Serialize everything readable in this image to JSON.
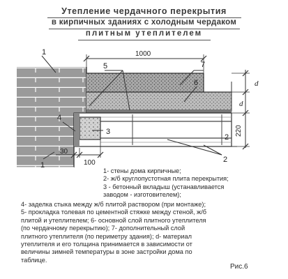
{
  "title": {
    "line1": "Утепление чердачного перекрытия",
    "line2": "в кирпичных зданиях с холодным чердаком",
    "line3": "плитным утеплителем"
  },
  "dimensions": {
    "d1000": "1000",
    "d": "d",
    "d220": "220",
    "d30": "30",
    "d100": "100"
  },
  "callouts": [
    "1",
    "5",
    "7",
    "6",
    "4",
    "3",
    "2",
    "1",
    "2"
  ],
  "legend_right": [
    "1- стены дома кирпичные;",
    "2- ж/б круглопустотная плита перекрытия;",
    "3 - бетонный вкладыш (устанавливается",
    "заводом - изготовителем);"
  ],
  "legend_full": [
    "4- заделка стыка между ж/б плитой раствором (при монтаже);",
    "5- прокладка толевая по цементной стяжке между стеной, ж/б",
    "плитой и утеплителем;  6- основной слой плитного утеплителя",
    "(по чердачному перекрытию);  7- дополнительный слой",
    "плитного утеплителя (по периметру здания);  d- материал",
    "утеплителя и его толщина принимается в зависимости от",
    "величины зимней температуры в зоне застройки дома по",
    "таблице."
  ],
  "figure_label": "Рис.6"
}
